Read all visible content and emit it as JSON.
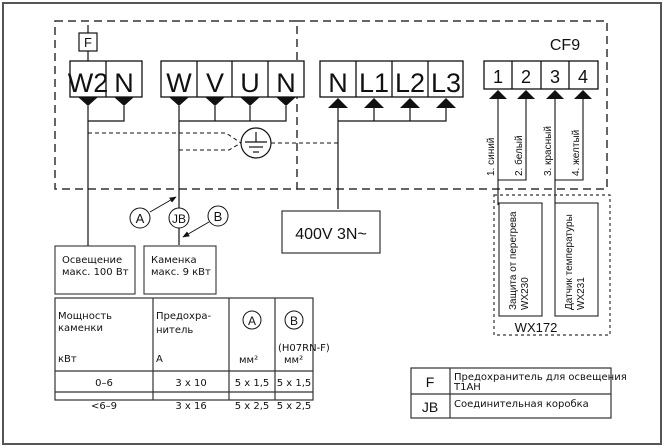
{
  "title_label": "CF9",
  "fuse_label": "F",
  "lighting_terminals": [
    "W2",
    "N"
  ],
  "heater_terminals": [
    "W",
    "V",
    "U",
    "N"
  ],
  "supply_terminals": [
    "N",
    "L1",
    "L2",
    "L3"
  ],
  "sensor_terminals": [
    "1",
    "2",
    "3",
    "4"
  ],
  "wire_colors": [
    "1. синий",
    "2. белый",
    "3. красный",
    "4. желтый"
  ],
  "earth_symbol": "ground-icon",
  "markers": {
    "a": "A",
    "jb": "JB",
    "b": "B"
  },
  "supply_box": "400V 3N~",
  "lighting_box": [
    "Освещение",
    "макс. 100 Вт"
  ],
  "heater_box": [
    "Каменка",
    "макс. 9 кВт"
  ],
  "sensor_group_label": "WX172",
  "sensors": [
    {
      "name": "Защита от перегрева",
      "code": "WX230"
    },
    {
      "name": "Датчик температуры",
      "code": "WX231"
    }
  ],
  "cable_table": {
    "headers": {
      "power": [
        "Мощность",
        "каменки",
        "кВт"
      ],
      "fuse": [
        "Предохра-",
        "нитель",
        "А"
      ],
      "a": {
        "marker": "A",
        "unit": "мм²"
      },
      "b": {
        "marker": "B",
        "type": "(H07RN-F)",
        "unit": "мм²"
      }
    },
    "rows": [
      {
        "power": "0–6",
        "fuse": "3 x 10",
        "a": "5 x 1,5",
        "b": "5 x 1,5"
      },
      {
        "power": "<6–9",
        "fuse": "3 x 16",
        "a": "5 x 2,5",
        "b": "5 x 2,5"
      }
    ]
  },
  "legend": [
    {
      "key": "F",
      "text": [
        "Предохранитель для освещения",
        "T1AH"
      ]
    },
    {
      "key": "JB",
      "text": [
        "Соединительная коробка"
      ]
    }
  ]
}
